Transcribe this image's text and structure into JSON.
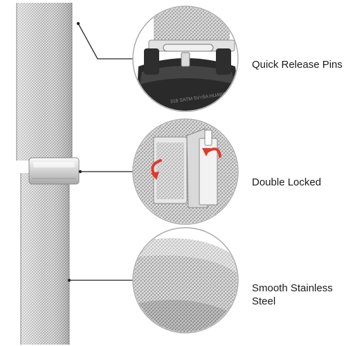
{
  "features": [
    {
      "label": "Quick Release Pins"
    },
    {
      "label": "Double Locked"
    },
    {
      "label": "Smooth Stainless Steel"
    }
  ],
  "colors": {
    "accent_arrow": "#e0392b",
    "leader_line": "#222222",
    "metal_light": "#e6e6e6",
    "metal_dark": "#9a9a9a",
    "watch_body": "#2a2a2a"
  },
  "icons": [
    "curved-arrow-icon",
    "curved-arrow-icon"
  ]
}
